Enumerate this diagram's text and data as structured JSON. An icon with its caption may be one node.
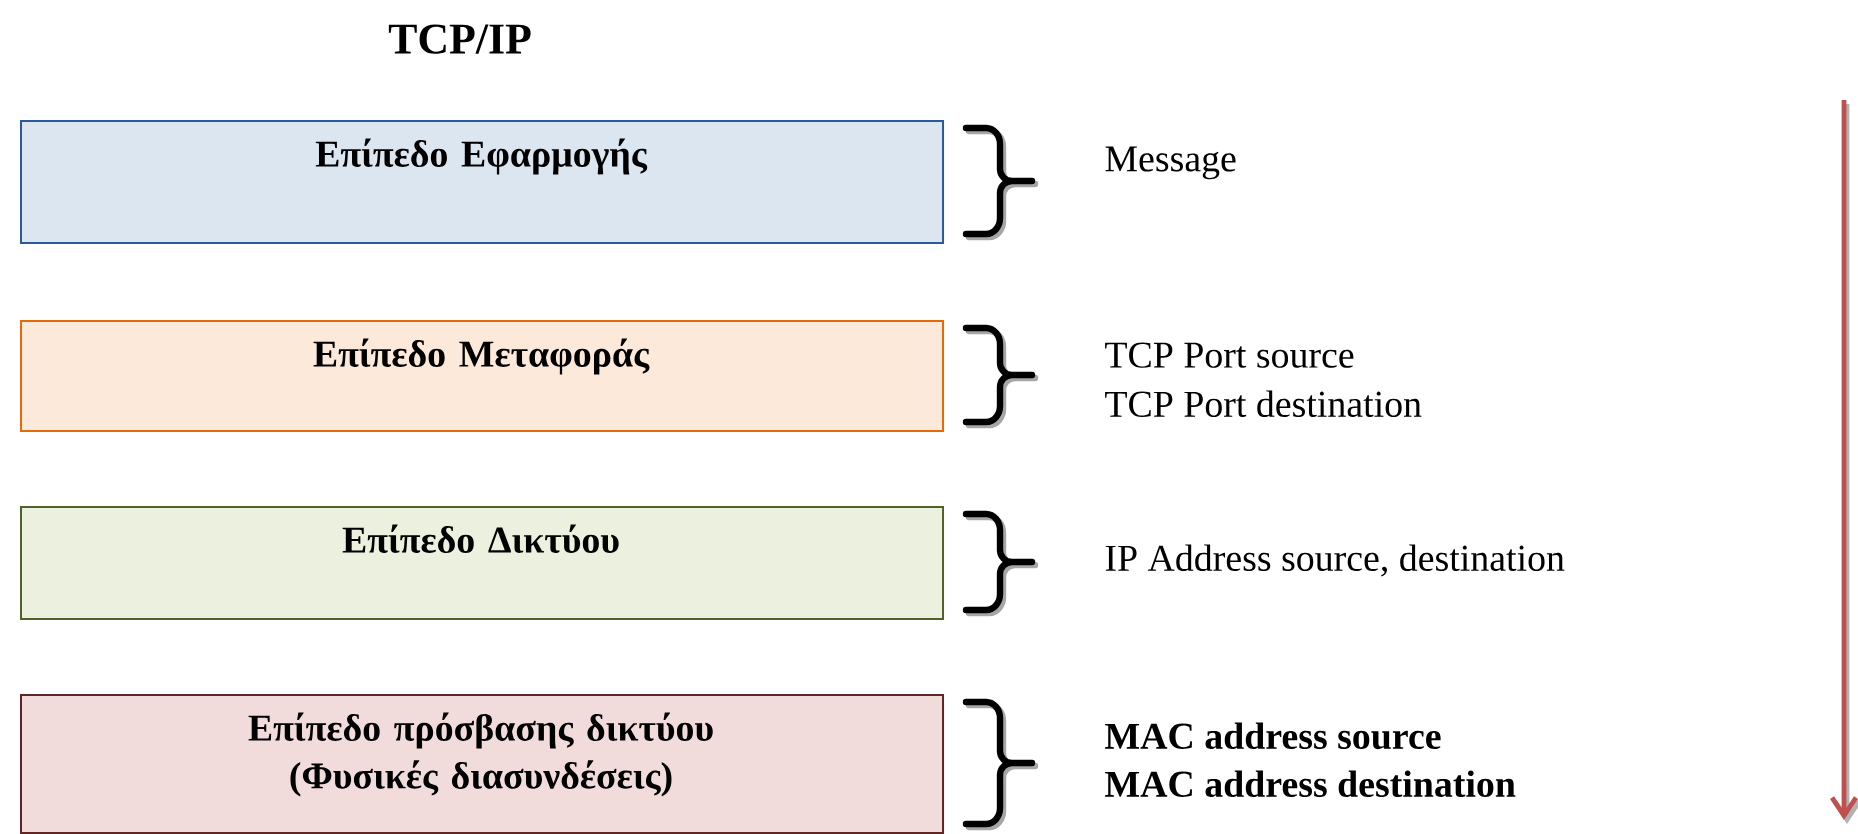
{
  "diagram": {
    "title": "TCP/IP",
    "nodes": [
      {
        "text": [
          "Επίπεδο Εφαρμογής"
        ]
      },
      {
        "text": [
          "Επίπεδο Μεταφοράς"
        ]
      },
      {
        "text": [
          "Επίπεδο Δικτύου"
        ]
      },
      {
        "text": [
          "Επίπεδο πρόσβασης δικτύου (Φυσικές διασυνδέσεις)"
        ]
      }
    ],
    "edges": [],
    "labels": [
      "Message",
      "TCP Port source",
      "TCP Port destination",
      "IP Address source, destination",
      "MAC address source",
      "MAC address destination"
    ]
  }
}
